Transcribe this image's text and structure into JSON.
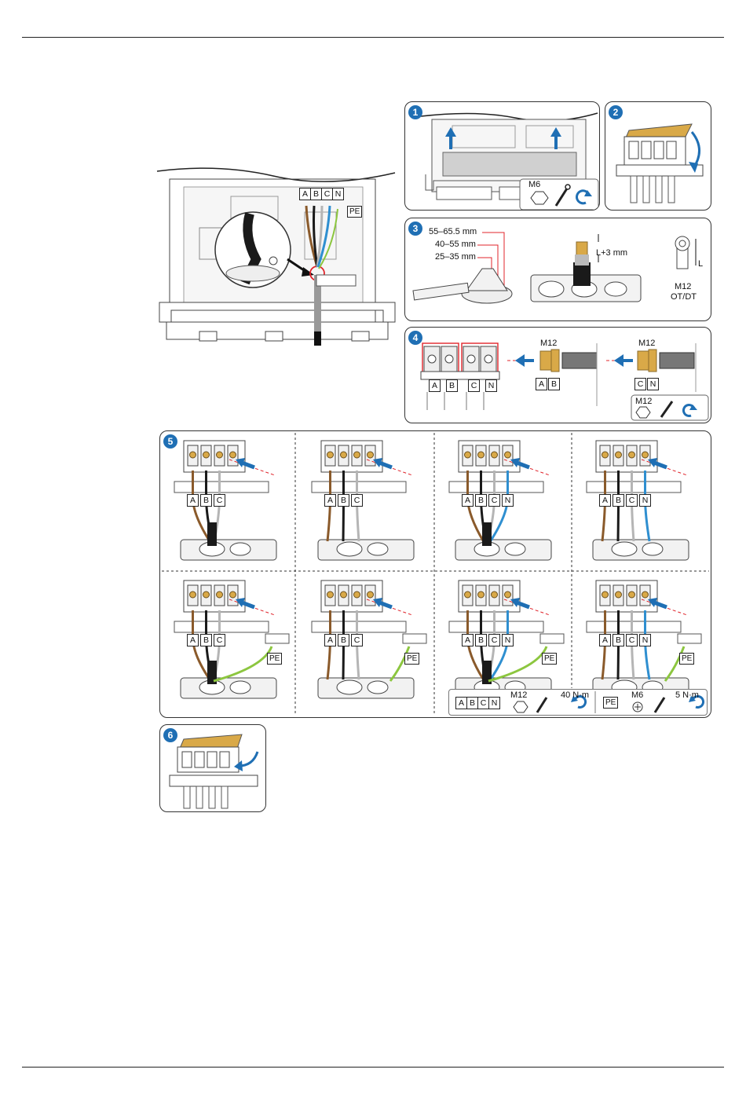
{
  "colors": {
    "brown": "#8a5a2b",
    "black": "#1a1a1a",
    "gray": "#b5b5b5",
    "blue": "#2f8fd0",
    "green": "#8cc63f",
    "yellow": "#d9a948",
    "accent": "#1f6fb4",
    "red": "#e0242b"
  },
  "phase_labels": [
    "A",
    "B",
    "C",
    "N"
  ],
  "pe_label": "PE",
  "step1": {
    "badge": "1",
    "bolt": "M6",
    "icons": [
      "hex-nut-icon",
      "wrench-icon",
      "rotate-ccw-icon"
    ]
  },
  "step2": {
    "badge": "2",
    "icons": [
      "rotate-cw-icon"
    ]
  },
  "step3": {
    "badge": "3",
    "dim_outer": "55–65.5 mm",
    "dim_mid": "40–55 mm",
    "dim_inner": "25–35 mm",
    "strip": "L+3 mm",
    "len": "L",
    "bolt": "M12",
    "terminal_type": "OT/DT"
  },
  "step4": {
    "badge": "4",
    "bolt_left": "M12",
    "bolt_right": "M12",
    "pair_left": [
      "A",
      "B"
    ],
    "pair_right": [
      "C",
      "N"
    ],
    "tool_bolt": "M12"
  },
  "step5": {
    "badge": "5",
    "cells": [
      {
        "terms": [
          "A",
          "B",
          "C"
        ],
        "pe": ""
      },
      {
        "terms": [
          "A",
          "B",
          "C"
        ],
        "pe": ""
      },
      {
        "terms": [
          "A",
          "B",
          "C",
          "N"
        ],
        "pe": ""
      },
      {
        "terms": [
          "A",
          "B",
          "C",
          "N"
        ],
        "pe": ""
      },
      {
        "terms": [
          "A",
          "B",
          "C"
        ],
        "pe": "PE"
      },
      {
        "terms": [
          "A",
          "B",
          "C"
        ],
        "pe": "PE"
      },
      {
        "terms": [
          "A",
          "B",
          "C",
          "N"
        ],
        "pe": "PE"
      },
      {
        "terms": [
          "A",
          "B",
          "C",
          "N"
        ],
        "pe": "PE"
      }
    ],
    "torque_terms": [
      "A",
      "B",
      "C",
      "N"
    ],
    "torque_bolt_1": "M12",
    "torque_1": "40 N·m",
    "torque_pe": "PE",
    "torque_bolt_2": "M6",
    "torque_2": "5 N·m"
  },
  "step6": {
    "badge": "6",
    "icons": [
      "rotate-cw-icon"
    ]
  }
}
